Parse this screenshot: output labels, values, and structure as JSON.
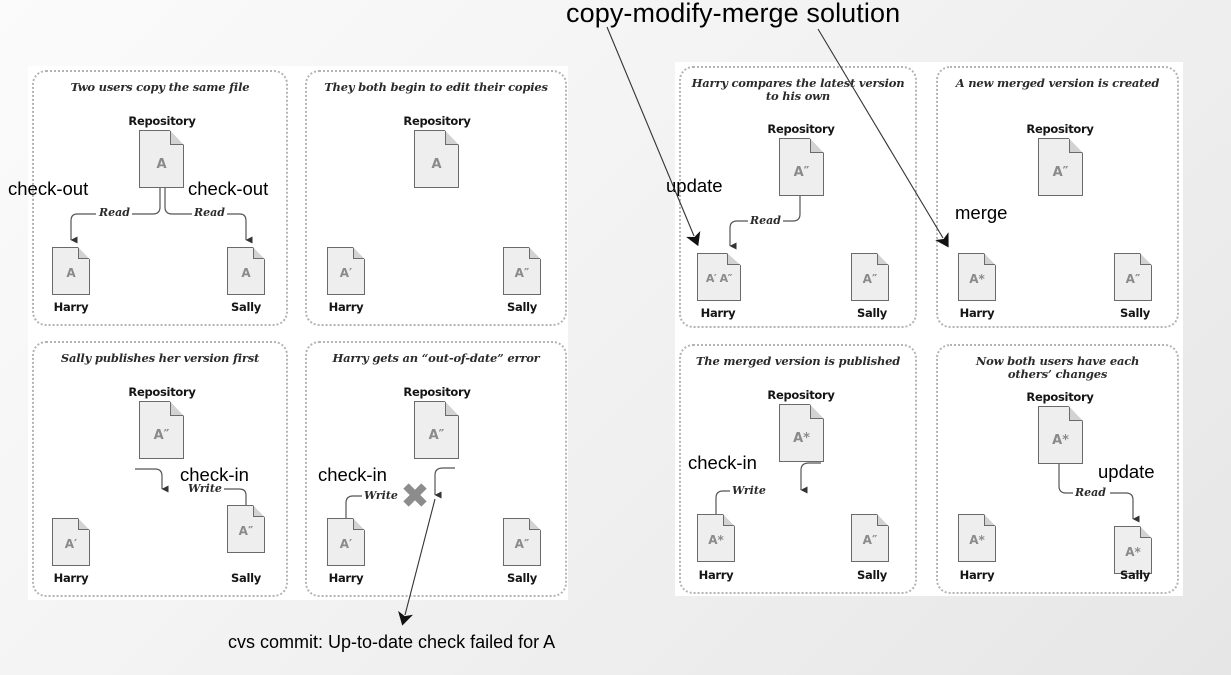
{
  "title": "copy-modify-merge solution",
  "bottom_note": "cvs commit: Up-to-date check failed for A",
  "labels": {
    "repository": "Repository",
    "harry": "Harry",
    "sally": "Sally",
    "read": "Read",
    "write": "Write"
  },
  "annotations": {
    "checkout_left": "check-out",
    "checkout_right": "check-out",
    "checkin_p3": "check-in",
    "checkin_p4": "check-in",
    "update_p5": "update",
    "merge_p6": "merge",
    "checkin_p7": "check-in",
    "update_p8": "update"
  },
  "colors": {
    "panel_border": "#b4b4b4",
    "file_fill": "#eeeeee",
    "file_stroke": "#6a6a6a",
    "file_text": "#8a8a8a",
    "x_mark": "#8c8c8c",
    "ink": "#000000"
  },
  "panels": [
    {
      "id": "p1",
      "caption": "Two users copy the same file",
      "repo_version": "A",
      "harry_version": "A",
      "sally_version": "A"
    },
    {
      "id": "p2",
      "caption": "They both begin to edit their copies",
      "repo_version": "A",
      "harry_version": "A′",
      "sally_version": "A″"
    },
    {
      "id": "p3",
      "caption": "Sally publishes her version first",
      "repo_version": "A″",
      "harry_version": "A′",
      "sally_version": "A″"
    },
    {
      "id": "p4",
      "caption": "Harry gets an “out-of-date” error",
      "repo_version": "A″",
      "harry_version": "A′",
      "sally_version": "A″"
    },
    {
      "id": "p5",
      "caption_line1": "Harry compares the latest version",
      "caption_line2": "to his own",
      "repo_version": "A″",
      "harry_version": "A′ A″",
      "sally_version": "A″"
    },
    {
      "id": "p6",
      "caption": "A new merged version is created",
      "repo_version": "A″",
      "harry_version": "A*",
      "sally_version": "A″"
    },
    {
      "id": "p7",
      "caption": "The merged version is published",
      "repo_version": "A*",
      "harry_version": "A*",
      "sally_version": "A″"
    },
    {
      "id": "p8",
      "caption_line1": "Now both users have each",
      "caption_line2": "others’ changes",
      "repo_version": "A*",
      "harry_version": "A*",
      "sally_version": "A*"
    }
  ]
}
